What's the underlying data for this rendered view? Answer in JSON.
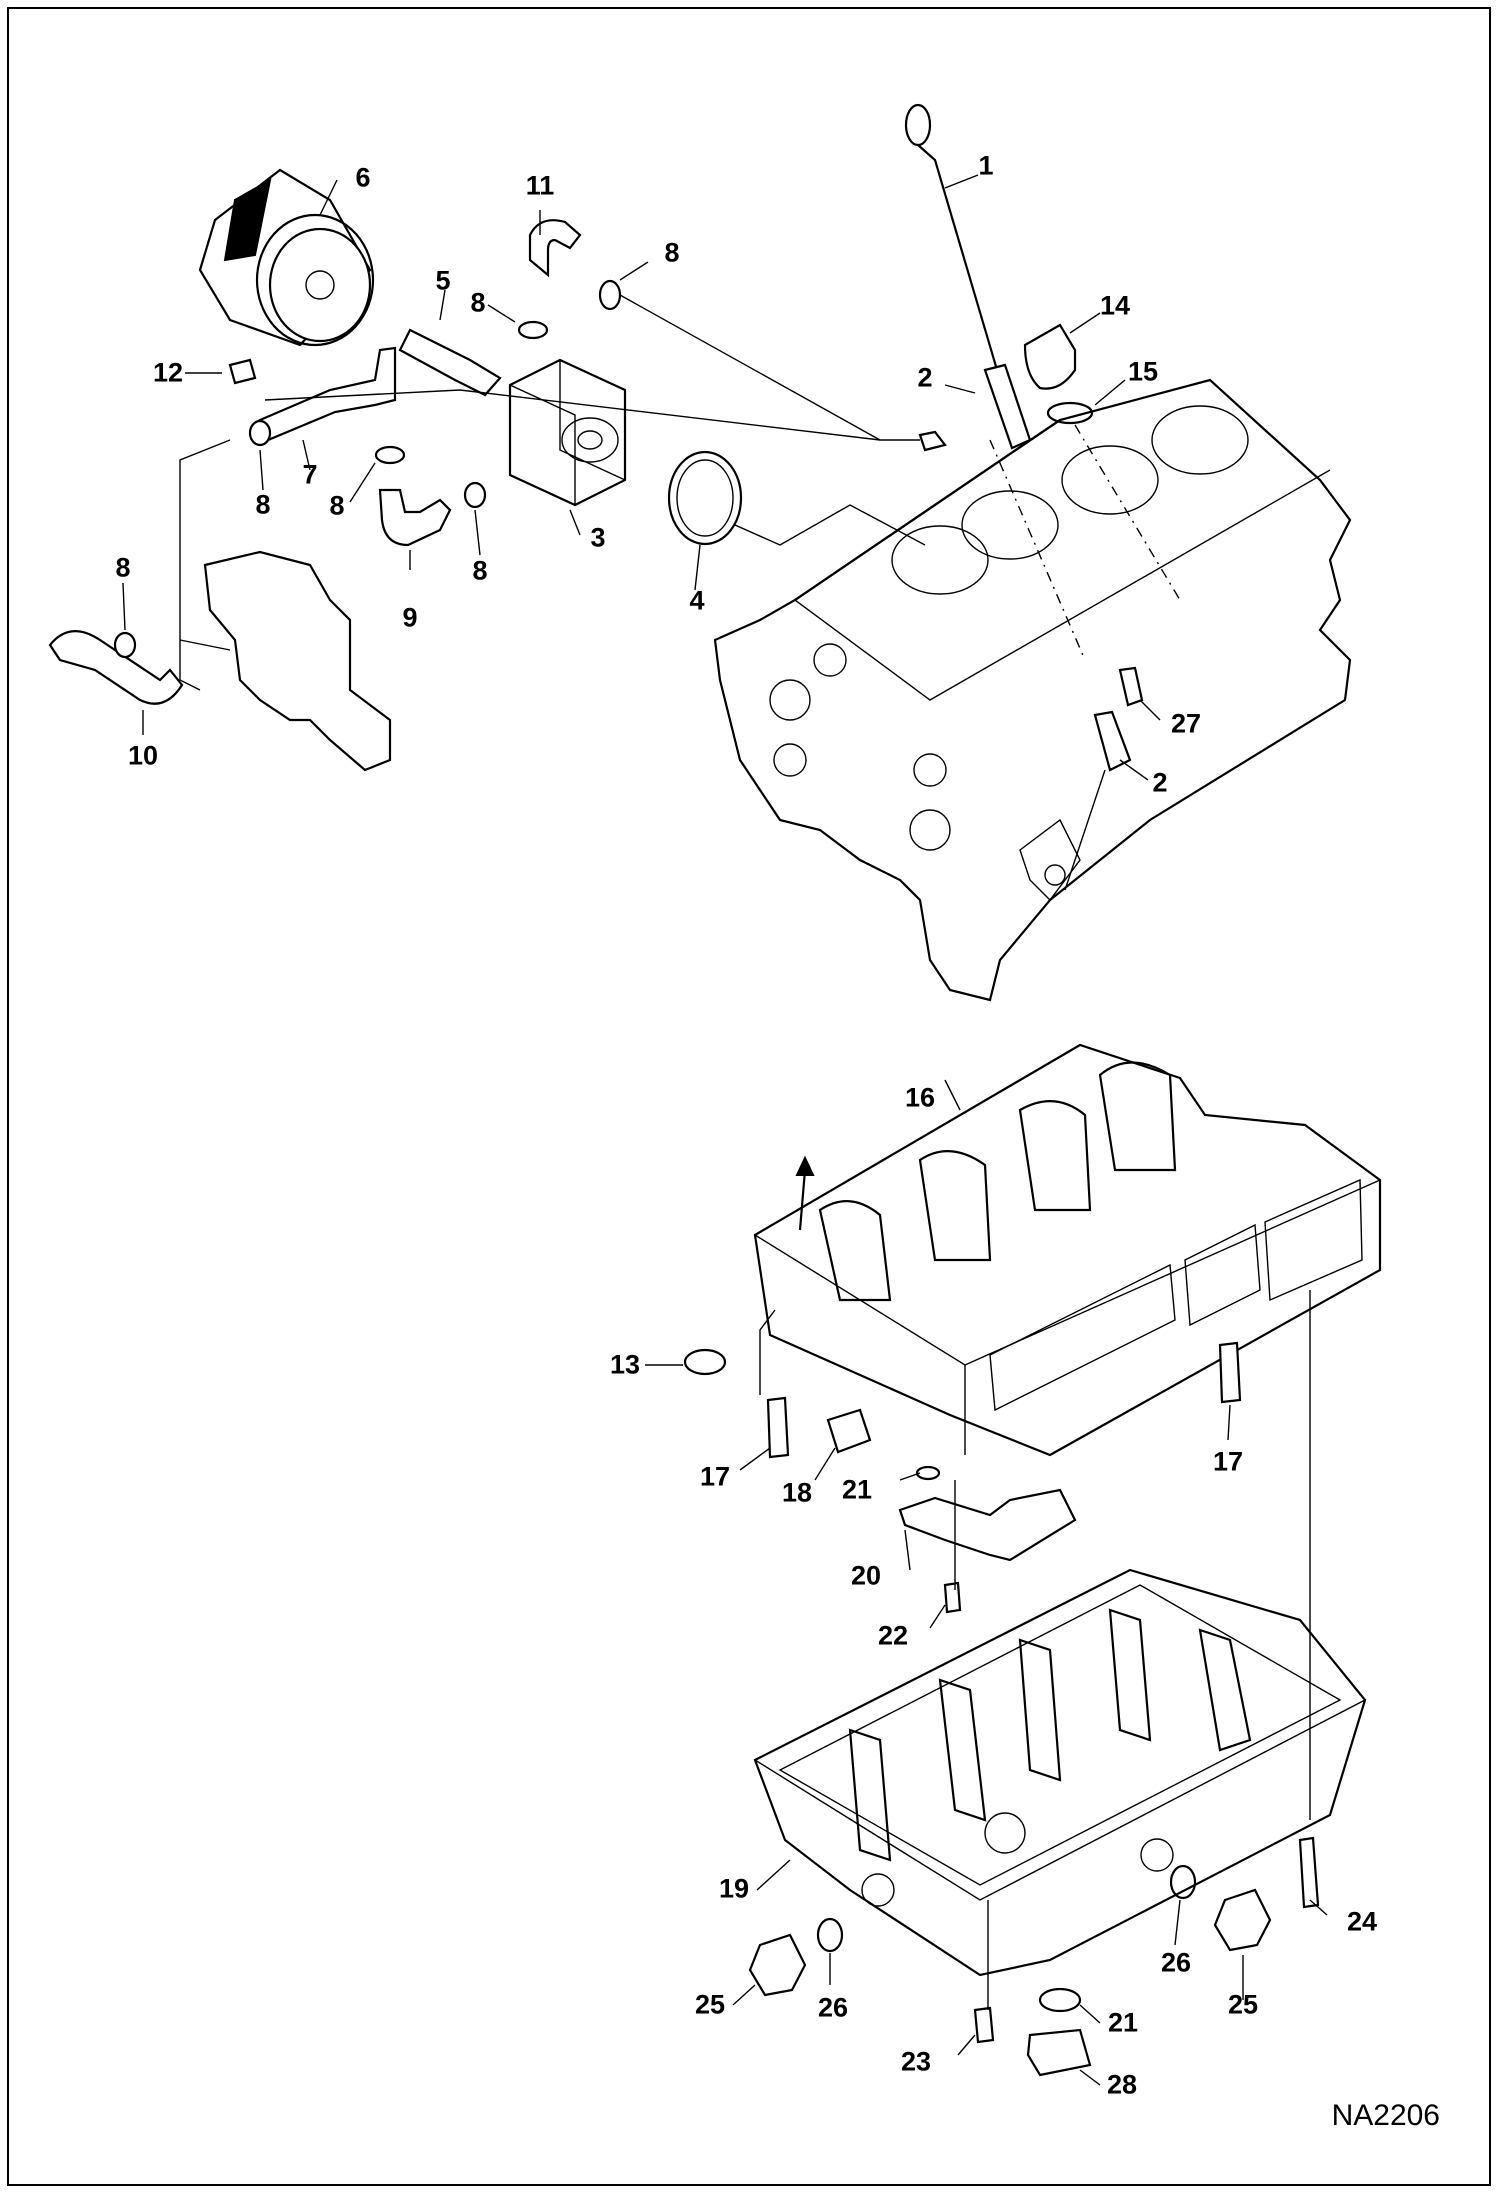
{
  "diagram": {
    "figure_code": "NA2206",
    "callouts": [
      {
        "label": "1"
      },
      {
        "label": "2"
      },
      {
        "label": "2"
      },
      {
        "label": "3"
      },
      {
        "label": "4"
      },
      {
        "label": "5"
      },
      {
        "label": "6"
      },
      {
        "label": "7"
      },
      {
        "label": "8"
      },
      {
        "label": "8"
      },
      {
        "label": "8"
      },
      {
        "label": "8"
      },
      {
        "label": "8"
      },
      {
        "label": "8"
      },
      {
        "label": "9"
      },
      {
        "label": "10"
      },
      {
        "label": "11"
      },
      {
        "label": "12"
      },
      {
        "label": "13"
      },
      {
        "label": "14"
      },
      {
        "label": "15"
      },
      {
        "label": "16"
      },
      {
        "label": "17"
      },
      {
        "label": "17"
      },
      {
        "label": "18"
      },
      {
        "label": "19"
      },
      {
        "label": "20"
      },
      {
        "label": "21"
      },
      {
        "label": "21"
      },
      {
        "label": "22"
      },
      {
        "label": "23"
      },
      {
        "label": "24"
      },
      {
        "label": "25"
      },
      {
        "label": "25"
      },
      {
        "label": "26"
      },
      {
        "label": "26"
      },
      {
        "label": "27"
      },
      {
        "label": "28"
      }
    ]
  }
}
